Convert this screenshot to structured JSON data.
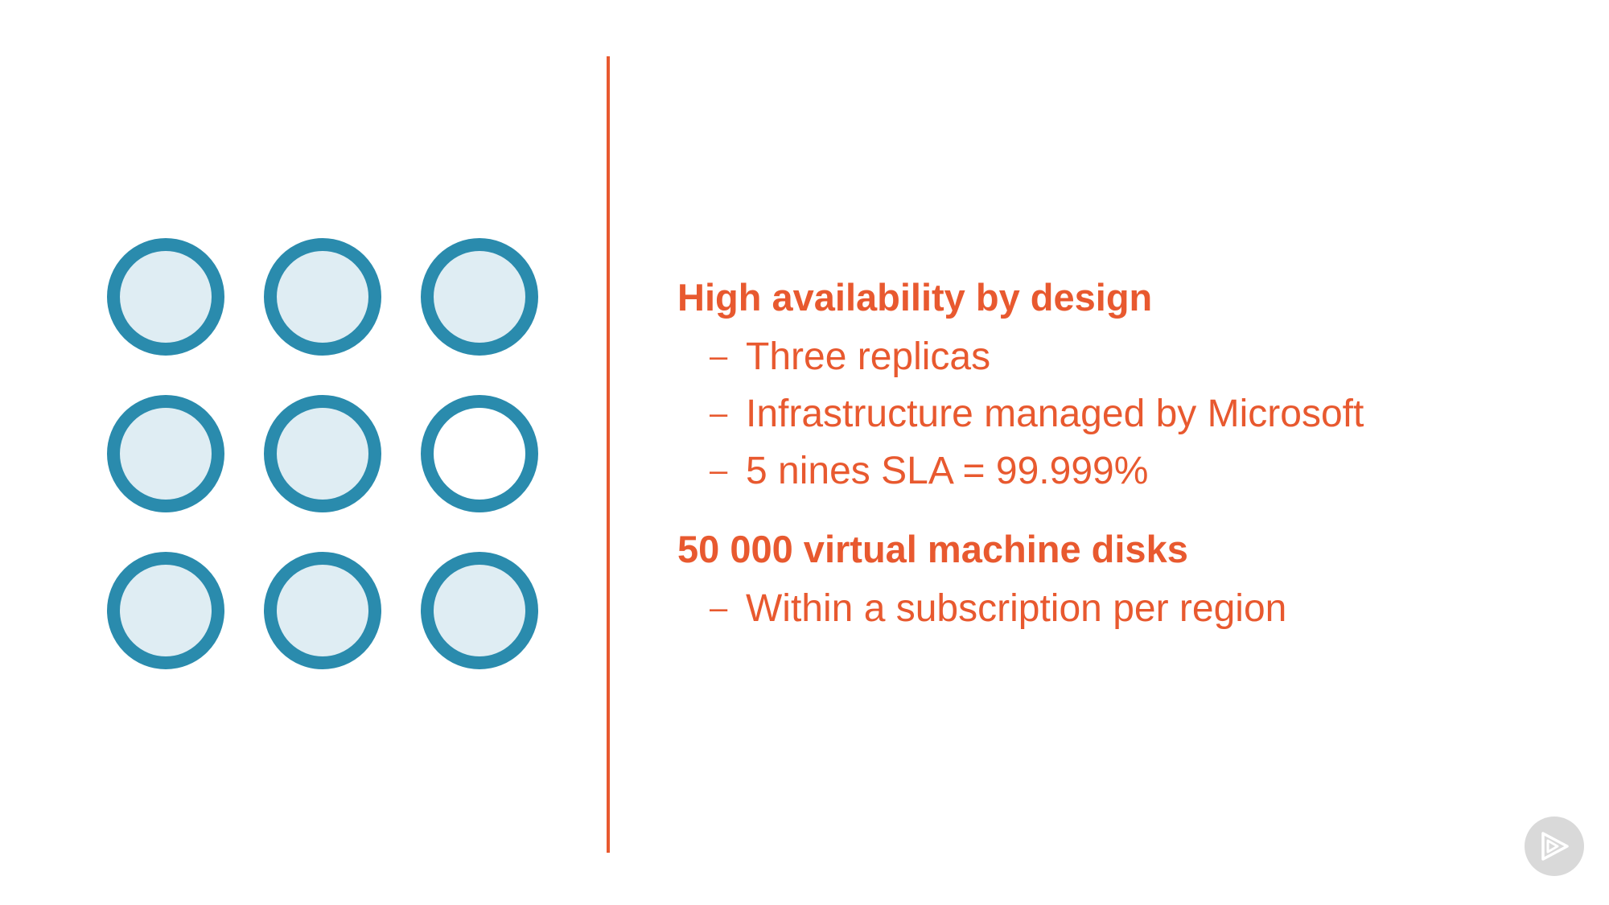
{
  "colors": {
    "accent": "#e8592f",
    "disk_ring": "#2a8bad",
    "disk_fill": "#dfedf3",
    "badge": "#d9d9d9"
  },
  "disks": [
    {
      "filled": true
    },
    {
      "filled": true
    },
    {
      "filled": true
    },
    {
      "filled": true
    },
    {
      "filled": true
    },
    {
      "filled": false
    },
    {
      "filled": true
    },
    {
      "filled": true
    },
    {
      "filled": true
    }
  ],
  "sections": [
    {
      "heading": "High availability by design",
      "bullets": [
        "Three replicas",
        "Infrastructure managed by Microsoft",
        "5 nines SLA = 99.999%"
      ]
    },
    {
      "heading": "50 000 virtual machine disks",
      "bullets": [
        "Within a subscription per region"
      ]
    }
  ],
  "bullet_marker": "–",
  "badge_icon": "play-logo-icon"
}
